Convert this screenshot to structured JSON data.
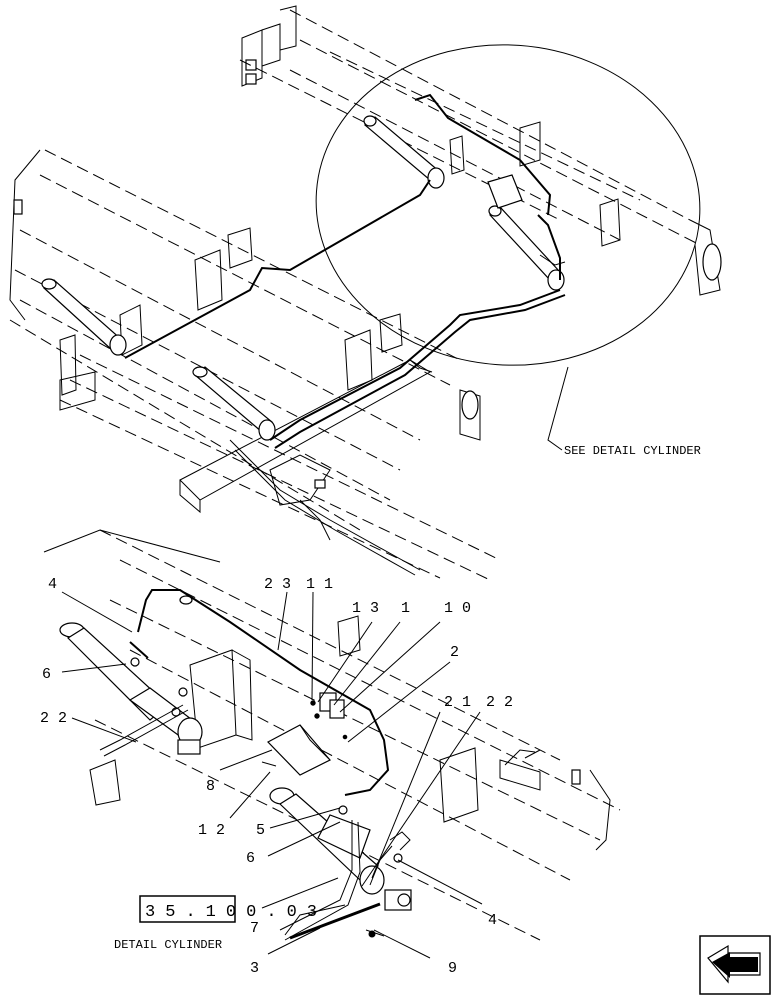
{
  "labels": {
    "see_detail": "SEE DETAIL CYLINDER",
    "detail_caption": "DETAIL CYLINDER",
    "reference_number": "35.100.03"
  },
  "callouts": [
    {
      "id": "c-4a",
      "text": "4"
    },
    {
      "id": "c-6a",
      "text": "6"
    },
    {
      "id": "c-22",
      "text": "2 2"
    },
    {
      "id": "c-23",
      "text": "2 3"
    },
    {
      "id": "c-11",
      "text": "1 1"
    },
    {
      "id": "c-13",
      "text": "1 3"
    },
    {
      "id": "c-1",
      "text": "1"
    },
    {
      "id": "c-10",
      "text": "1 0"
    },
    {
      "id": "c-2",
      "text": "2"
    },
    {
      "id": "c-21",
      "text": "2 1"
    },
    {
      "id": "c-22b",
      "text": "2 2"
    },
    {
      "id": "c-8",
      "text": "8"
    },
    {
      "id": "c-12",
      "text": "1 2"
    },
    {
      "id": "c-5",
      "text": "5"
    },
    {
      "id": "c-6b",
      "text": "6"
    },
    {
      "id": "c-7",
      "text": "7"
    },
    {
      "id": "c-4b",
      "text": "4"
    },
    {
      "id": "c-3",
      "text": "3"
    },
    {
      "id": "c-9",
      "text": "9"
    }
  ],
  "nav": {
    "icon": "arrow-back-icon"
  }
}
